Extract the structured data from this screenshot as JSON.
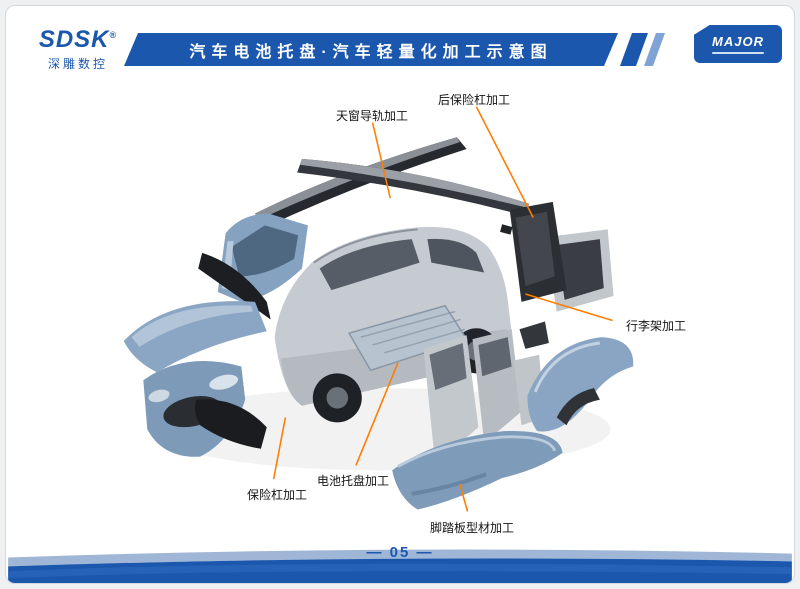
{
  "colors": {
    "accent_blue": "#1b57ad",
    "leader_orange": "#ff7d00",
    "panel_blue": "#8aa5c3",
    "frame_silver": "#c6cbd1",
    "dark_part": "#26292e"
  },
  "header": {
    "logo": {
      "brand": "SDSK",
      "reg": "®",
      "name": "深雕数控"
    },
    "banner_title": "汽车电池托盘·汽车轻量化加工示意图",
    "partner_logo": "MAJOR"
  },
  "diagram": {
    "labels": [
      {
        "id": "sunroof-rail",
        "text": "天窗导轨加工"
      },
      {
        "id": "rear-bumper",
        "text": "后保险杠加工"
      },
      {
        "id": "roof-rack",
        "text": "行李架加工"
      },
      {
        "id": "front-bumper",
        "text": "保险杠加工"
      },
      {
        "id": "battery-tray",
        "text": "电池托盘加工"
      },
      {
        "id": "running-board",
        "text": "脚踏板型材加工"
      }
    ]
  },
  "footer": {
    "page_number": "05",
    "page_display": "— 05 —"
  }
}
